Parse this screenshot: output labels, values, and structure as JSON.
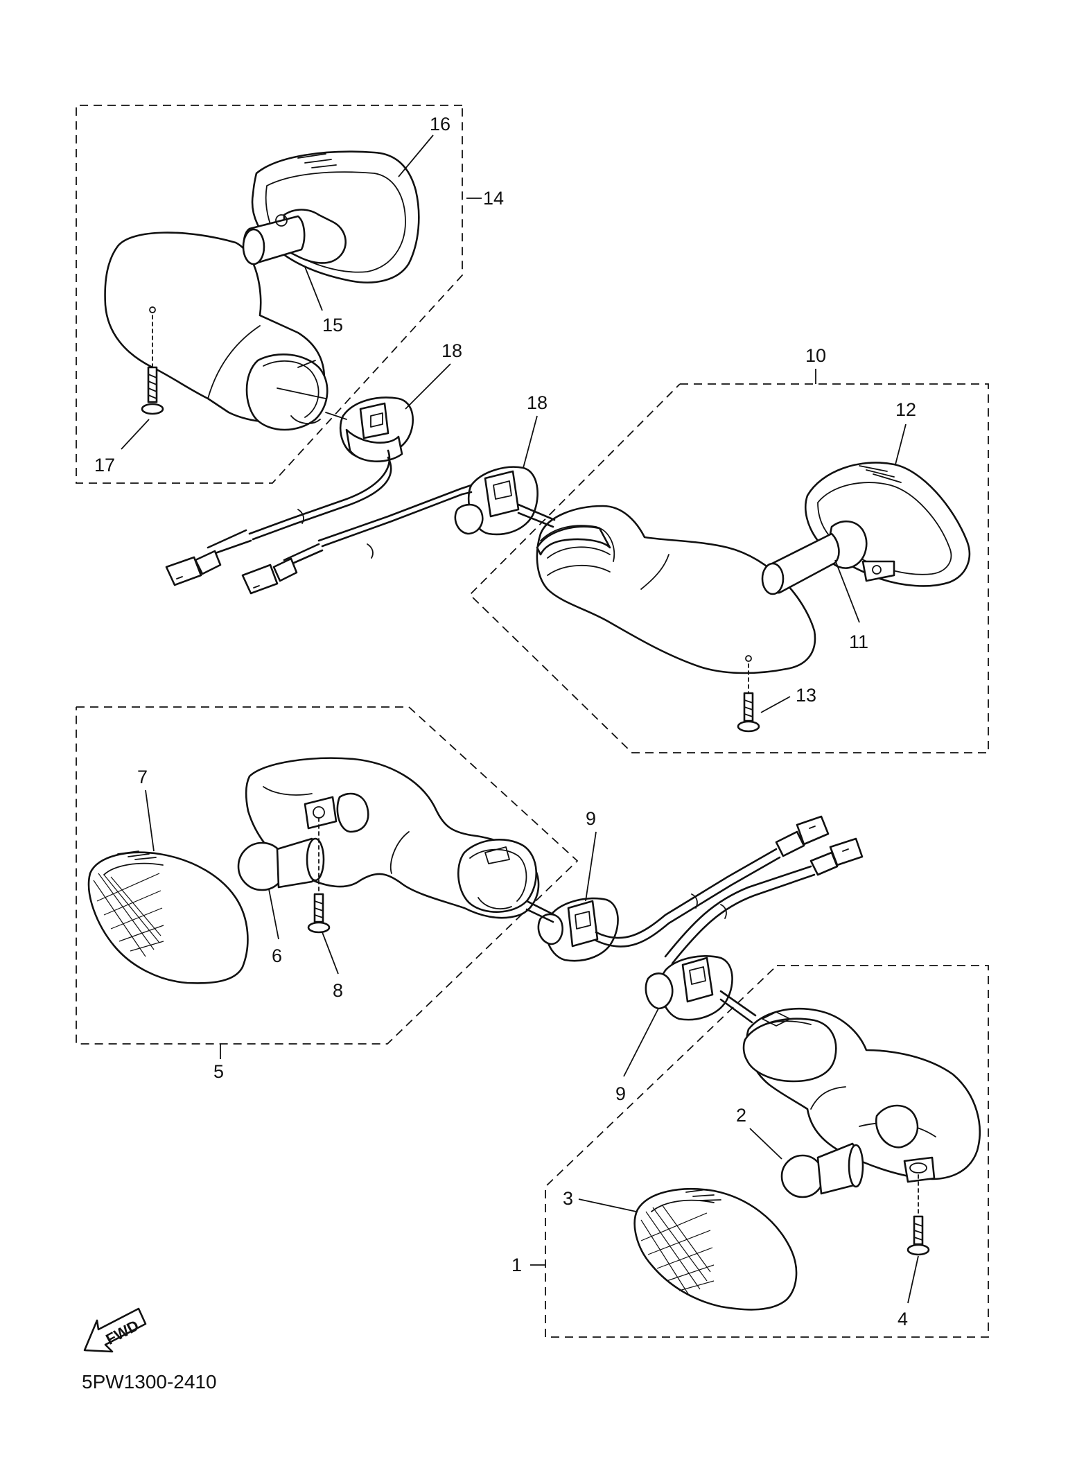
{
  "labels": {
    "n1": "1",
    "n2": "2",
    "n3": "3",
    "n4": "4",
    "n5": "5",
    "n6": "6",
    "n7": "7",
    "n8": "8",
    "n9a": "9",
    "n9b": "9",
    "n10": "10",
    "n11": "11",
    "n12": "12",
    "n13": "13",
    "n14": "14",
    "n15": "15",
    "n16": "16",
    "n17": "17",
    "n18a": "18",
    "n18b": "18"
  },
  "direction_arrow": {
    "text": "FWD",
    "icon": "arrow-icon"
  },
  "diagram_code": "5PW1300-2410",
  "colors": {
    "line": "#111111",
    "background": "#ffffff"
  }
}
